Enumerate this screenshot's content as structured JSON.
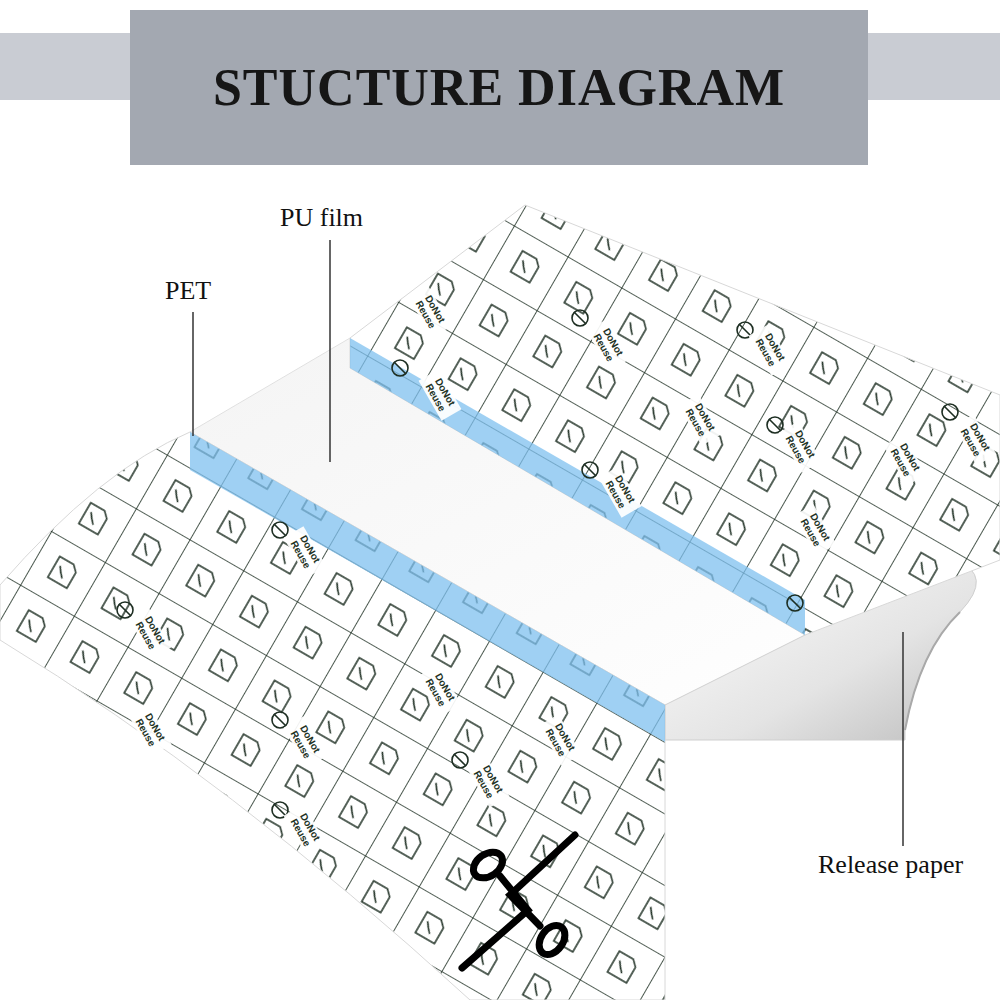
{
  "diagram": {
    "title": "STUCTURE DIAGRAM",
    "labels": [
      "PU film",
      "PET",
      "Release paper",
      "DoNot Reuse",
      "DoNot Reuse",
      "DoNot Reuse",
      "DoNot Reuse",
      "DoNot Reuse",
      "DoNot Reuse",
      "DoNot Reuse",
      "DoNot Reuse",
      "DoNot Reuse",
      "DoNot Reuse",
      "DoNot Reuse",
      "DoNot Reuse",
      "DoNot Reuse",
      "DoNot Reuse",
      "DoNot Reuse",
      "DoNot Reuse",
      "DoNot Reuse",
      "DoNot Reuse"
    ]
  }
}
